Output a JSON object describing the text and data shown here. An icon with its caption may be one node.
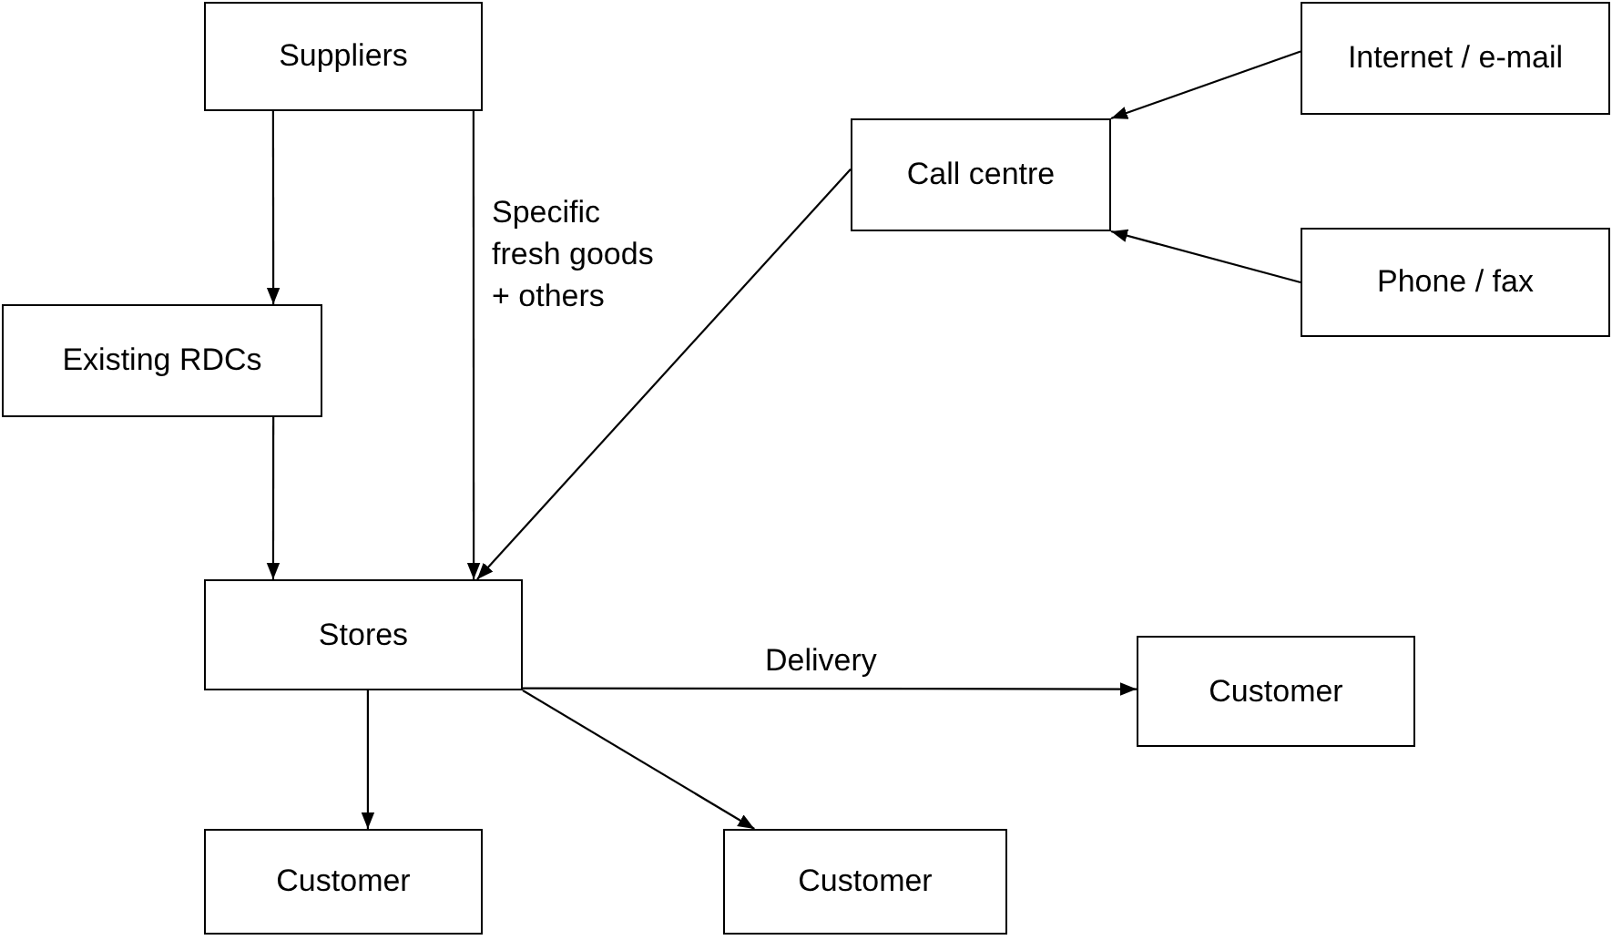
{
  "diagram": {
    "nodes": [
      {
        "text": [
          "Suppliers"
        ]
      },
      {
        "text": [
          "Existing RDCs"
        ]
      },
      {
        "text": [
          "Call centre"
        ]
      },
      {
        "text": [
          "Internet / e-mail"
        ]
      },
      {
        "text": [
          "Phone / fax"
        ]
      },
      {
        "text": [
          "Stores"
        ]
      },
      {
        "text": [
          "Customer"
        ]
      },
      {
        "text": [
          "Customer"
        ]
      },
      {
        "text": [
          "Customer"
        ]
      }
    ],
    "edges": [
      {
        "from": 0,
        "to": 1,
        "arrow": "to"
      },
      {
        "from": 0,
        "to": 5,
        "arrow": "to",
        "label": "Specific fresh goods + others"
      },
      {
        "from": 1,
        "to": 5,
        "arrow": "to"
      },
      {
        "from": 2,
        "to": 5,
        "arrow": "to"
      },
      {
        "from": 3,
        "to": 2,
        "arrow": "to"
      },
      {
        "from": 4,
        "to": 2,
        "arrow": "to"
      },
      {
        "from": 5,
        "to": 6,
        "arrow": "to",
        "label": "Delivery"
      },
      {
        "from": 5,
        "to": 7,
        "arrow": "to"
      },
      {
        "from": 5,
        "to": 8,
        "arrow": "to"
      }
    ]
  }
}
